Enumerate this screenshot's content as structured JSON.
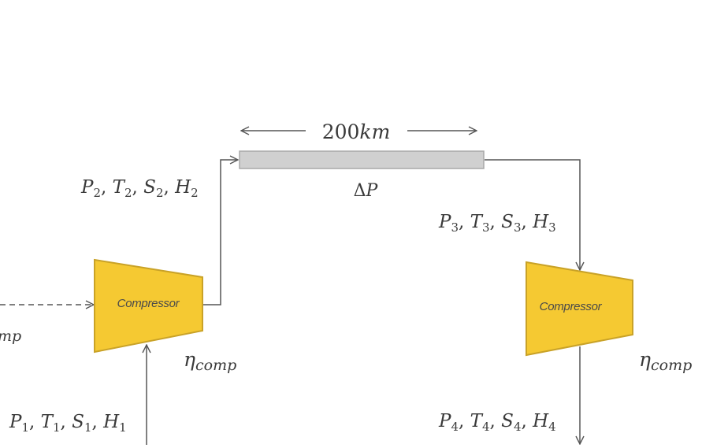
{
  "distance": {
    "value": "200",
    "unit": "km"
  },
  "pressure_drop": {
    "delta": "Δ",
    "var": "P"
  },
  "states": {
    "state1": {
      "index": "1",
      "vars": [
        "P",
        "T",
        "S",
        "H"
      ]
    },
    "state2": {
      "index": "2",
      "vars": [
        "P",
        "T",
        "S",
        "H"
      ]
    },
    "state3": {
      "index": "3",
      "vars": [
        "P",
        "T",
        "S",
        "H"
      ]
    },
    "state4": {
      "index": "4",
      "vars": [
        "P",
        "T",
        "S",
        "H"
      ]
    }
  },
  "compressors": {
    "left": {
      "label": "Compressor"
    },
    "right": {
      "label": "Compressor"
    }
  },
  "efficiency": {
    "symbol": "η",
    "subscript": "comp"
  },
  "partial_left_label": {
    "text": "mp"
  },
  "colors": {
    "compressor_fill": "#F5C932",
    "compressor_stroke": "#C9A227",
    "pipe_fill": "#D0D0D0",
    "pipe_stroke": "#A8A8A8",
    "line": "#555555"
  }
}
